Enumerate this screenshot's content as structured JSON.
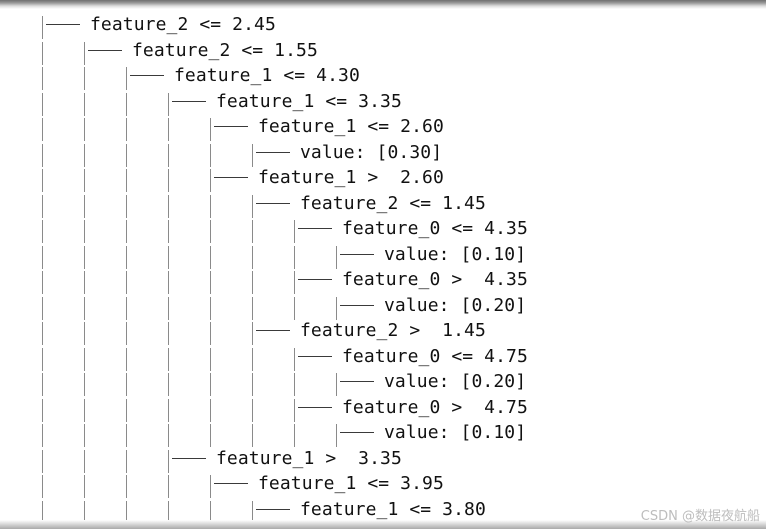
{
  "tree": {
    "lines": [
      {
        "depth": 0,
        "text": "feature_2 <= 2.45"
      },
      {
        "depth": 1,
        "text": "feature_2 <= 1.55"
      },
      {
        "depth": 2,
        "text": "feature_1 <= 4.30"
      },
      {
        "depth": 3,
        "text": "feature_1 <= 3.35"
      },
      {
        "depth": 4,
        "text": "feature_1 <= 2.60"
      },
      {
        "depth": 5,
        "text": "value: [0.30]"
      },
      {
        "depth": 4,
        "text": "feature_1 >  2.60"
      },
      {
        "depth": 5,
        "text": "feature_2 <= 1.45"
      },
      {
        "depth": 6,
        "text": "feature_0 <= 4.35"
      },
      {
        "depth": 7,
        "text": "value: [0.10]"
      },
      {
        "depth": 6,
        "text": "feature_0 >  4.35"
      },
      {
        "depth": 7,
        "text": "value: [0.20]"
      },
      {
        "depth": 5,
        "text": "feature_2 >  1.45"
      },
      {
        "depth": 6,
        "text": "feature_0 <= 4.75"
      },
      {
        "depth": 7,
        "text": "value: [0.20]"
      },
      {
        "depth": 6,
        "text": "feature_0 >  4.75"
      },
      {
        "depth": 7,
        "text": "value: [0.10]"
      },
      {
        "depth": 3,
        "text": "feature_1 >  3.35"
      },
      {
        "depth": 4,
        "text": "feature_1 <= 3.95"
      },
      {
        "depth": 5,
        "text": "feature_1 <= 3.80"
      }
    ]
  },
  "watermark": "CSDN @数据夜航船"
}
